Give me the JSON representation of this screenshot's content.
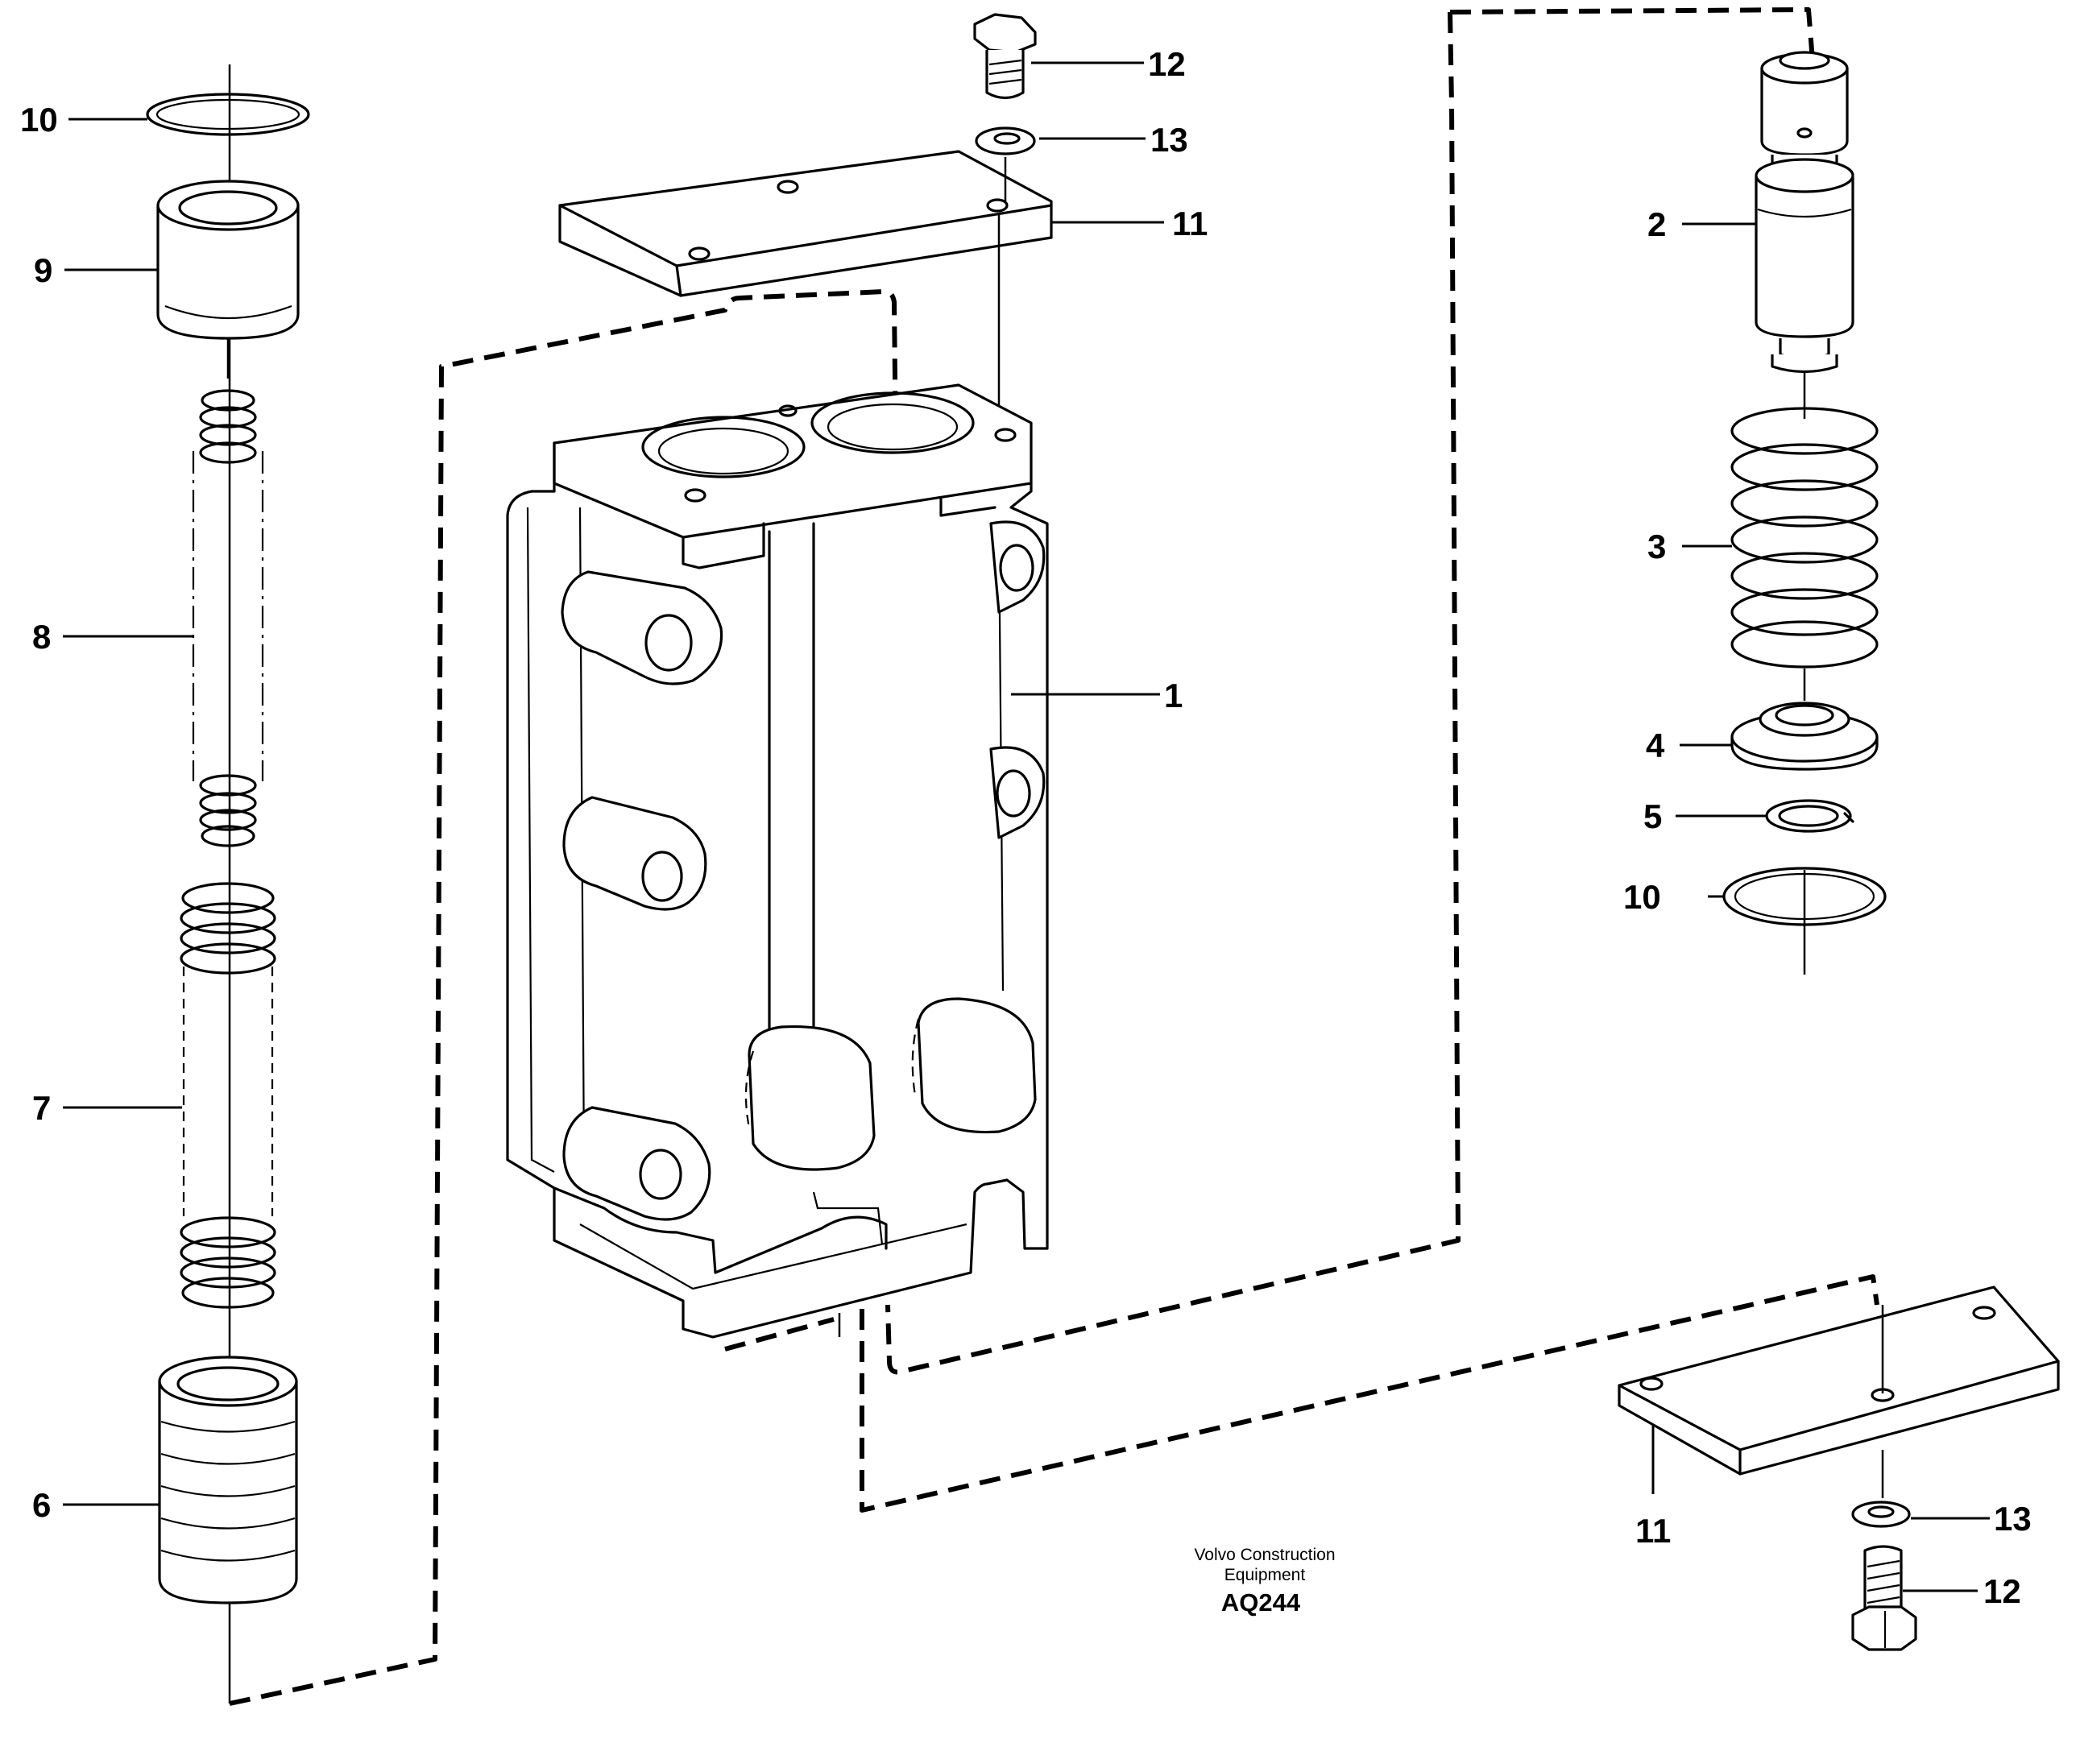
{
  "diagram": {
    "callouts": [
      {
        "id": "c1",
        "label": "1"
      },
      {
        "id": "c2",
        "label": "2"
      },
      {
        "id": "c3",
        "label": "3"
      },
      {
        "id": "c4",
        "label": "4"
      },
      {
        "id": "c5",
        "label": "5"
      },
      {
        "id": "c6",
        "label": "6"
      },
      {
        "id": "c7",
        "label": "7"
      },
      {
        "id": "c8",
        "label": "8"
      },
      {
        "id": "c9",
        "label": "9"
      },
      {
        "id": "c10a",
        "label": "10"
      },
      {
        "id": "c10b",
        "label": "10"
      },
      {
        "id": "c11a",
        "label": "11"
      },
      {
        "id": "c11b",
        "label": "11"
      },
      {
        "id": "c12a",
        "label": "12"
      },
      {
        "id": "c12b",
        "label": "12"
      },
      {
        "id": "c13a",
        "label": "13"
      },
      {
        "id": "c13b",
        "label": "13"
      }
    ],
    "caption": {
      "line1": "Volvo Construction",
      "line2": "Equipment",
      "code": "AQ244"
    }
  }
}
